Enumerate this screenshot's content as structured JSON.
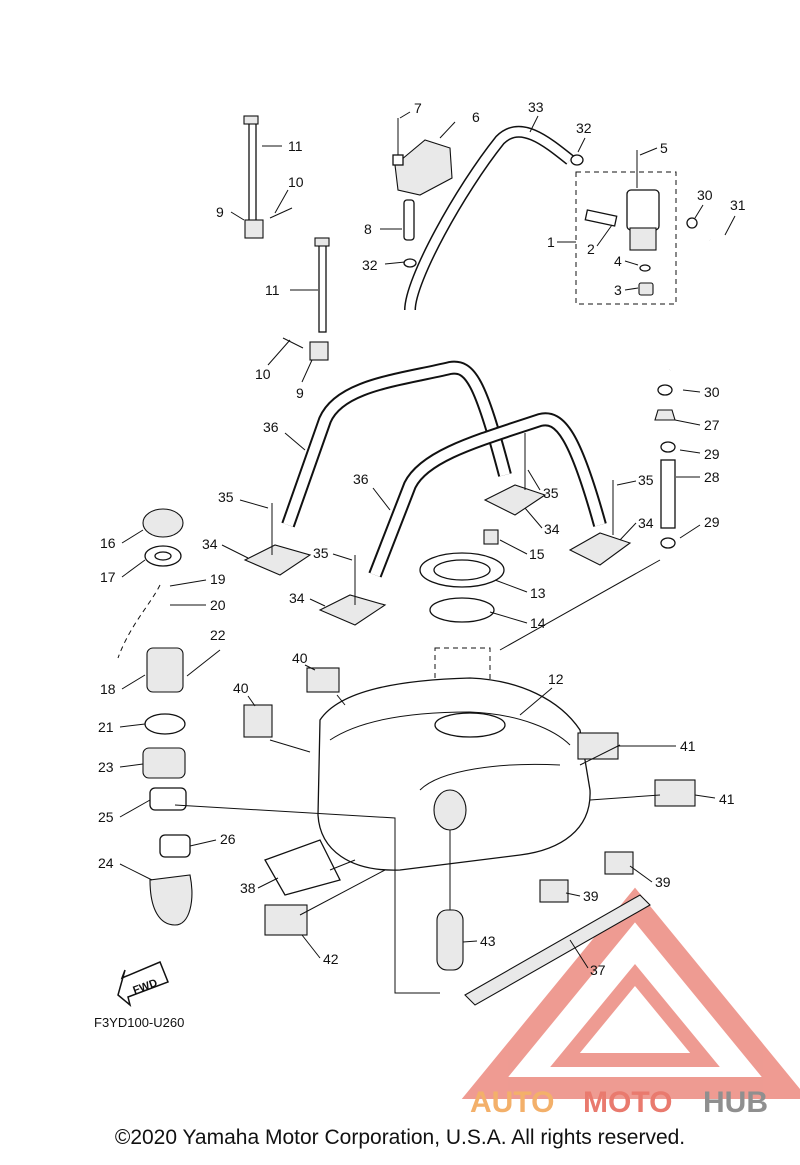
{
  "diagram": {
    "code": "F3YD100-U260",
    "fwd_label": "FWD",
    "callouts": [
      "1",
      "2",
      "3",
      "4",
      "5",
      "6",
      "7",
      "8",
      "9",
      "10",
      "11",
      "12",
      "13",
      "14",
      "15",
      "16",
      "17",
      "18",
      "19",
      "20",
      "21",
      "22",
      "23",
      "24",
      "25",
      "26",
      "27",
      "28",
      "29",
      "30",
      "31",
      "32",
      "33",
      "34",
      "35",
      "36",
      "37",
      "38",
      "39",
      "40",
      "41",
      "42",
      "43"
    ]
  },
  "watermark": {
    "part1": "AUTO",
    "part2": "MOTO",
    "part3": "HUB",
    "colors": {
      "orange": "#f3b06a",
      "red": "#e97a6e",
      "gray": "#8f8f8f"
    }
  },
  "footer": {
    "copyright": "©2020 Yamaha Motor Corporation, U.S.A. All rights reserved."
  }
}
